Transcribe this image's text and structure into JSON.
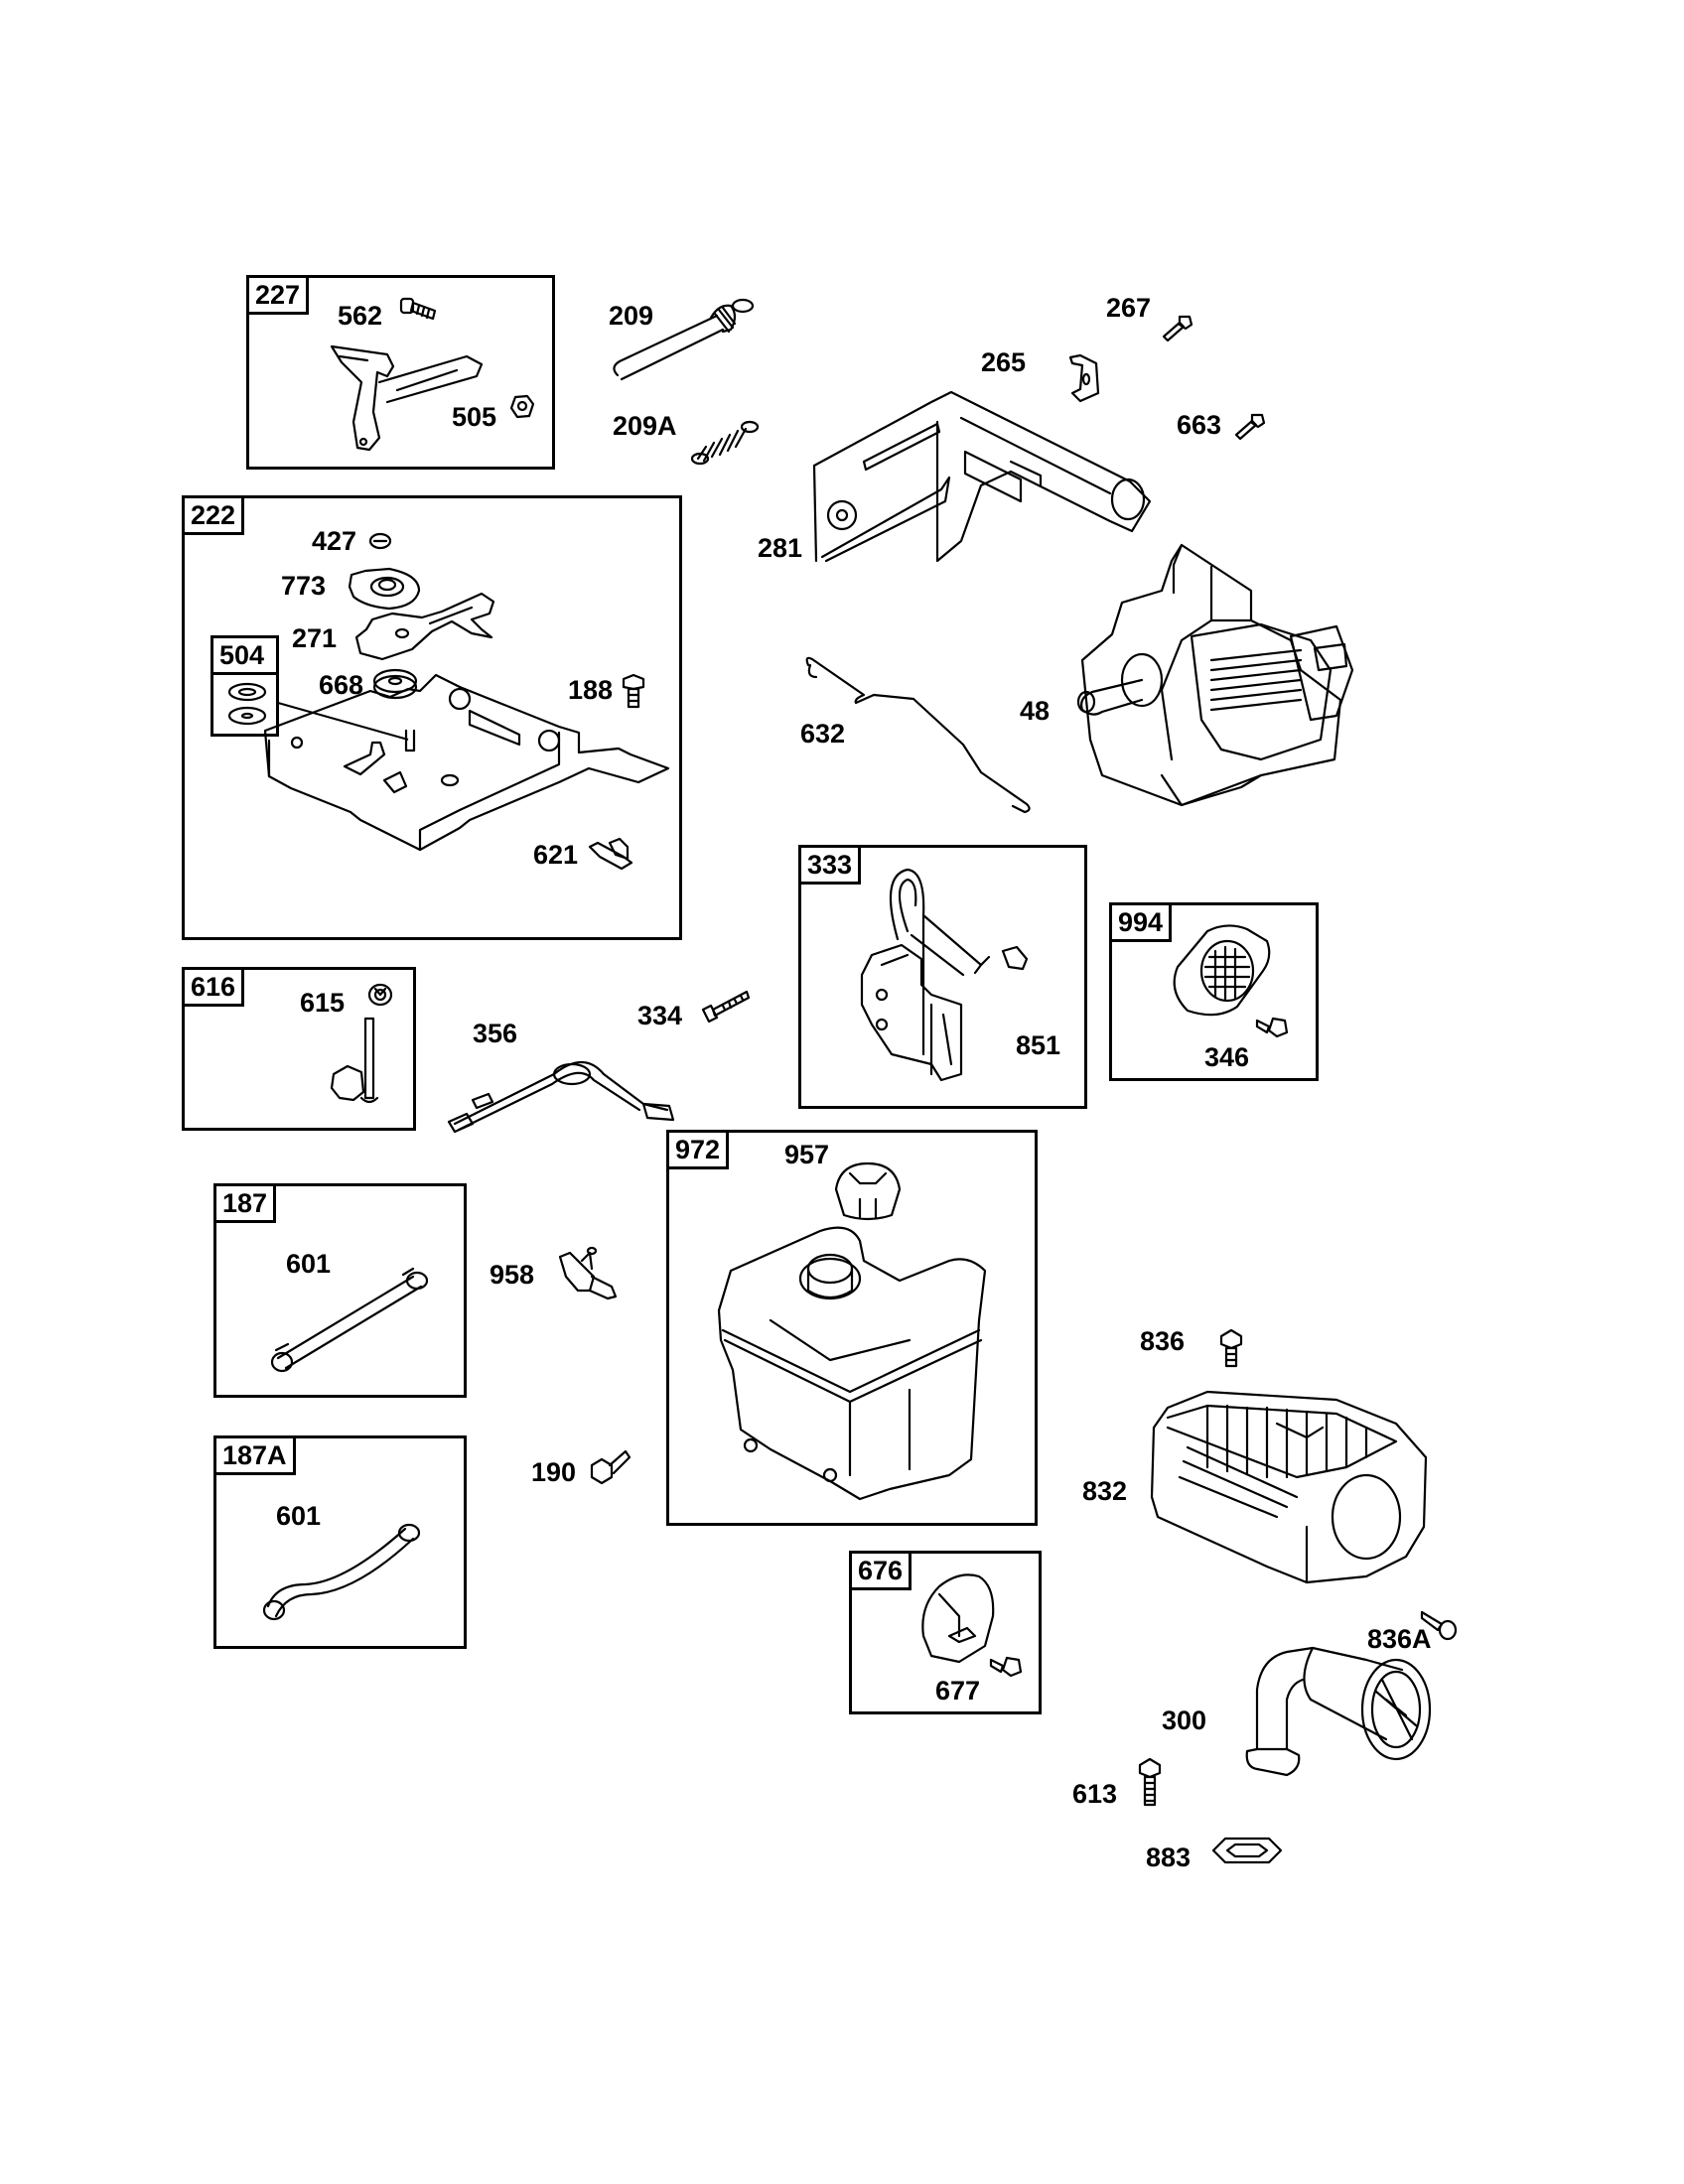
{
  "diagram": {
    "type": "exploded parts diagram",
    "kits": [
      {
        "ref": "227",
        "parts": [
          "562",
          "505"
        ]
      },
      {
        "ref": "222",
        "parts": [
          "427",
          "773",
          "271",
          "668",
          "188",
          "621",
          "504"
        ]
      },
      {
        "ref": "504",
        "parts": []
      },
      {
        "ref": "616",
        "parts": [
          "615"
        ]
      },
      {
        "ref": "187",
        "parts": [
          "601"
        ]
      },
      {
        "ref": "187A",
        "parts": [
          "601"
        ]
      },
      {
        "ref": "333",
        "parts": [
          "851"
        ]
      },
      {
        "ref": "994",
        "parts": [
          "346"
        ]
      },
      {
        "ref": "972",
        "parts": [
          "957"
        ]
      },
      {
        "ref": "676",
        "parts": [
          "677"
        ]
      }
    ],
    "labels": {
      "k227": "227",
      "p562": "562",
      "p505": "505",
      "p209": "209",
      "p209A": "209A",
      "p267": "267",
      "p265": "265",
      "p663": "663",
      "p281": "281",
      "k222": "222",
      "p427": "427",
      "p773": "773",
      "p271": "271",
      "k504": "504",
      "p668": "668",
      "p188": "188",
      "p621": "621",
      "p632": "632",
      "p48": "48",
      "k616": "616",
      "p615": "615",
      "p356": "356",
      "p334": "334",
      "k333": "333",
      "p851": "851",
      "k994": "994",
      "p346": "346",
      "k187": "187",
      "p601a": "601",
      "p958": "958",
      "k972": "972",
      "p957": "957",
      "p836": "836",
      "p832": "832",
      "k187A": "187A",
      "p601b": "601",
      "p190": "190",
      "k676": "676",
      "p677": "677",
      "p836A": "836A",
      "p300": "300",
      "p613": "613",
      "p883": "883"
    }
  }
}
